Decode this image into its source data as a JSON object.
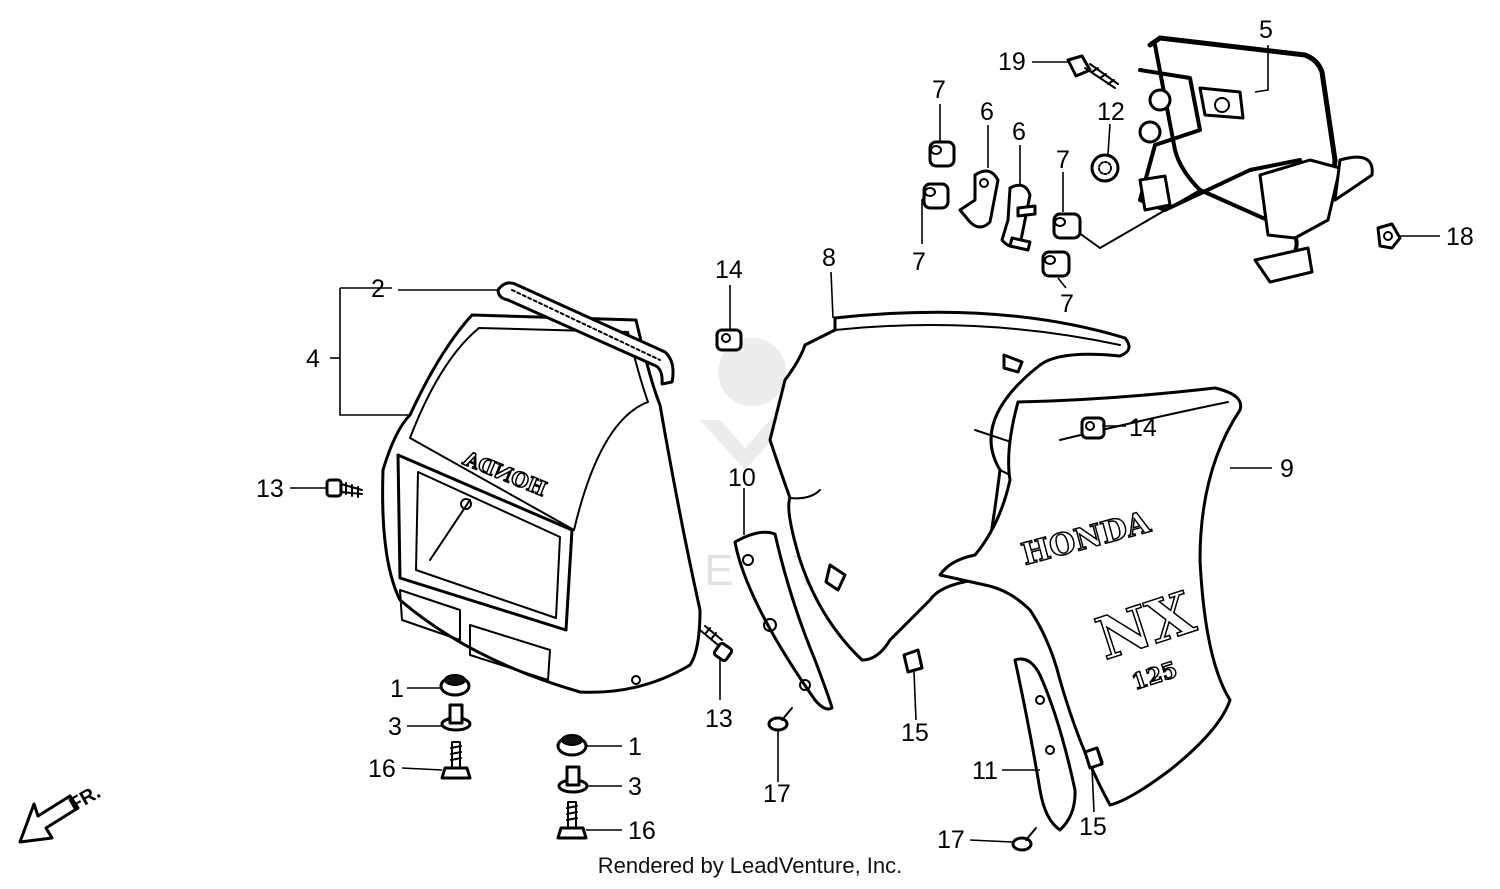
{
  "diagram": {
    "footer": "Rendered by LeadVenture, Inc.",
    "watermark": "LEADVENTURE",
    "front_indicator": "FR.",
    "decals": {
      "visor": "HONDA",
      "cowl_logo": "HONDA",
      "model": "NX",
      "model_size": "125"
    },
    "callouts": {
      "c1a": "1",
      "c1b": "1",
      "c2": "2",
      "c3a": "3",
      "c3b": "3",
      "c4": "4",
      "c5": "5",
      "c6a": "6",
      "c6b": "6",
      "c7a": "7",
      "c7b": "7",
      "c7c": "7",
      "c7d": "7",
      "c8": "8",
      "c9": "9",
      "c10": "10",
      "c11": "11",
      "c12": "12",
      "c13a": "13",
      "c13b": "13",
      "c14a": "14",
      "c14b": "14",
      "c15a": "15",
      "c15b": "15",
      "c16a": "16",
      "c16b": "16",
      "c17a": "17",
      "c17b": "17",
      "c18": "18",
      "c19": "19"
    }
  }
}
